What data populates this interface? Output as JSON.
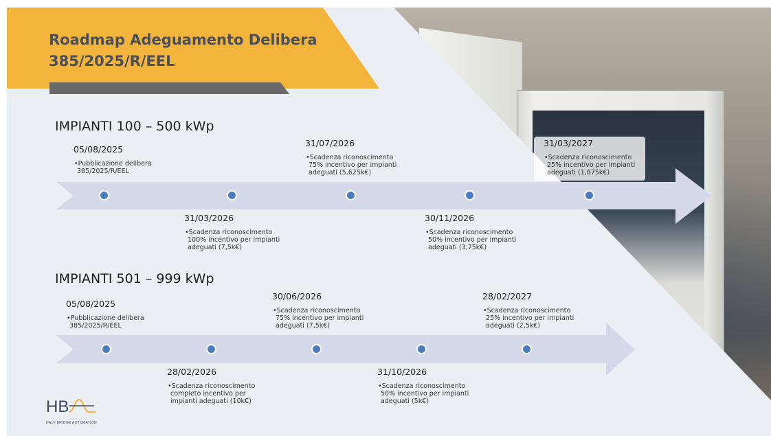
{
  "title": "Roadmap Adeguamento Delibera 385/2025/R/EEL",
  "colors": {
    "accent": "#f2b43a",
    "timeline": "#d4d8e8",
    "dot": "#4b7cc1",
    "band_dark": "#6a6a6a"
  },
  "sections": [
    {
      "title": "IMPIANTI 100 – 500 kWp",
      "milestones": [
        {
          "date": "05/08/2025",
          "text": "Pubblicazione delibera 385/2025/R/EEL",
          "position": "above"
        },
        {
          "date": "31/03/2026",
          "text": "Scadenza riconoscimento 100% incentivo per impianti adeguati (7,5k€)",
          "position": "below"
        },
        {
          "date": "31/07/2026",
          "text": "Scadenza riconoscimento 75% incentivo per impianti adeguati (5,625k€)",
          "position": "above"
        },
        {
          "date": "30/11/2026",
          "text": "Scadenza riconoscimento 50% incentivo per impianti adeguati (3,75k€)",
          "position": "below"
        },
        {
          "date": "31/03/2027",
          "text": "Scadenza riconoscimento 25% incentivo per impianti adeguati (1,875k€)",
          "position": "above"
        }
      ]
    },
    {
      "title": "IMPIANTI 501 – 999 kWp",
      "milestones": [
        {
          "date": "05/08/2025",
          "text": "Pubblicazione delibera 385/2025/R/EEL",
          "position": "above"
        },
        {
          "date": "28/02/2026",
          "text": "Scadenza riconoscimento completo incentivo per impianti adeguati (10k€)",
          "position": "below"
        },
        {
          "date": "30/06/2026",
          "text": "Scadenza riconoscimento 75% incentivo per impianti adeguati (7,5k€)",
          "position": "above"
        },
        {
          "date": "31/10/2026",
          "text": "Scadenza riconoscimento 50% incentivo per impianti adeguati (5k€)",
          "position": "below"
        },
        {
          "date": "28/02/2027",
          "text": "Scadenza riconoscimento 25% incentivo per impianti adeguati (2,5k€)",
          "position": "above"
        }
      ]
    }
  ],
  "logo": {
    "mark": "HB",
    "caption": "HALF BRIDGE AUTOMATION"
  }
}
